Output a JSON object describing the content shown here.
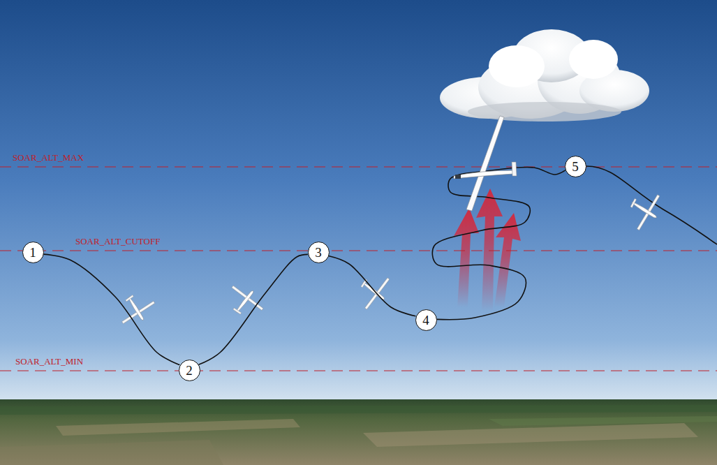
{
  "diagram": {
    "nodes": [
      {
        "text": [
          "1"
        ]
      },
      {
        "text": [
          "2"
        ]
      },
      {
        "text": [
          "3"
        ]
      },
      {
        "text": [
          "4"
        ]
      },
      {
        "text": [
          "5"
        ]
      }
    ],
    "edges": [
      {
        "from": 0,
        "to": 1,
        "arrow": "none"
      },
      {
        "from": 1,
        "to": 2,
        "arrow": "none"
      },
      {
        "from": 2,
        "to": 3,
        "arrow": "none"
      },
      {
        "from": 3,
        "to": 4,
        "arrow": "none"
      }
    ],
    "labels": [
      "SOAR_ALT_MAX",
      "SOAR_ALT_CUTOFF",
      "SOAR_ALT_MIN"
    ]
  }
}
